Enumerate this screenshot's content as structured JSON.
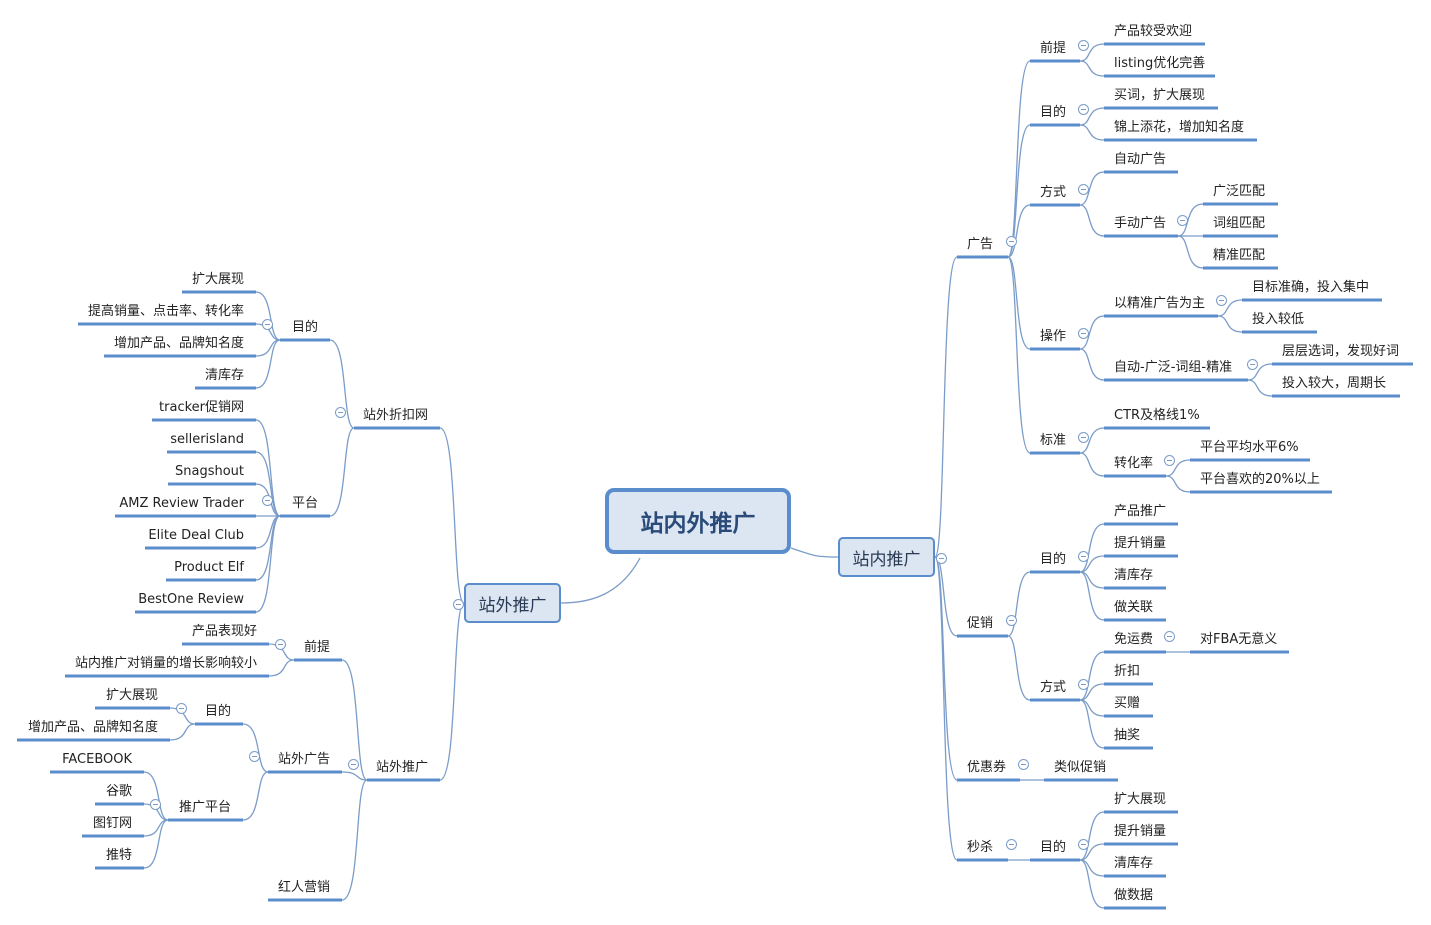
{
  "root": {
    "label": "站内外推广"
  },
  "colors": {
    "line": "#5b8ccb",
    "thin": "#7a9cc9",
    "node_fill": "#dce6f3"
  },
  "right": {
    "label": "站内推广",
    "children": [
      {
        "label": "广告",
        "children": [
          {
            "label": "前提",
            "children": [
              {
                "label": "产品较受欢迎"
              },
              {
                "label": "listing优化完善"
              }
            ]
          },
          {
            "label": "目的",
            "children": [
              {
                "label": "买词，扩大展现"
              },
              {
                "label": "锦上添花，增加知名度"
              }
            ]
          },
          {
            "label": "方式",
            "children": [
              {
                "label": "自动广告"
              },
              {
                "label": "手动广告",
                "children": [
                  {
                    "label": "广泛匹配"
                  },
                  {
                    "label": "词组匹配"
                  },
                  {
                    "label": "精准匹配"
                  }
                ]
              }
            ]
          },
          {
            "label": "操作",
            "children": [
              {
                "label": "以精准广告为主",
                "children": [
                  {
                    "label": "目标准确，投入集中"
                  },
                  {
                    "label": "投入较低"
                  }
                ]
              },
              {
                "label": "自动-广泛-词组-精准",
                "children": [
                  {
                    "label": "层层选词，发现好词"
                  },
                  {
                    "label": "投入较大，周期长"
                  }
                ]
              }
            ]
          },
          {
            "label": "标准",
            "children": [
              {
                "label": "CTR及格线1%"
              },
              {
                "label": "转化率",
                "children": [
                  {
                    "label": "平台平均水平6%"
                  },
                  {
                    "label": "平台喜欢的20%以上"
                  }
                ]
              }
            ]
          }
        ]
      },
      {
        "label": "促销",
        "children": [
          {
            "label": "目的",
            "children": [
              {
                "label": "产品推广"
              },
              {
                "label": "提升销量"
              },
              {
                "label": "清库存"
              },
              {
                "label": "做关联"
              }
            ]
          },
          {
            "label": "方式",
            "children": [
              {
                "label": "免运费",
                "children": [
                  {
                    "label": "对FBA无意义"
                  }
                ]
              },
              {
                "label": "折扣"
              },
              {
                "label": "买赠"
              },
              {
                "label": "抽奖"
              }
            ]
          }
        ]
      },
      {
        "label": "优惠券",
        "children": [
          {
            "label": "类似促销"
          }
        ]
      },
      {
        "label": "秒杀",
        "children": [
          {
            "label": "目的",
            "children": [
              {
                "label": "扩大展现"
              },
              {
                "label": "提升销量"
              },
              {
                "label": "清库存"
              },
              {
                "label": "做数据"
              }
            ]
          }
        ]
      }
    ]
  },
  "left": {
    "label": "站外推广",
    "children": [
      {
        "label": "站外折扣网",
        "children": [
          {
            "label": "目的",
            "children": [
              {
                "label": "扩大展现"
              },
              {
                "label": "提高销量、点击率、转化率"
              },
              {
                "label": "增加产品、品牌知名度"
              },
              {
                "label": "清库存"
              }
            ]
          },
          {
            "label": "平台",
            "children": [
              {
                "label": "tracker促销网"
              },
              {
                "label": "sellerisland"
              },
              {
                "label": "Snagshout"
              },
              {
                "label": "AMZ Review Trader"
              },
              {
                "label": "Elite Deal Club"
              },
              {
                "label": "Product Elf"
              },
              {
                "label": "BestOne Review"
              }
            ]
          }
        ]
      },
      {
        "label": "站外推广",
        "children": [
          {
            "label": "前提",
            "children": [
              {
                "label": "产品表现好"
              },
              {
                "label": "站内推广对销量的增长影响较小"
              }
            ]
          },
          {
            "label": "站外广告",
            "children": [
              {
                "label": "目的",
                "children": [
                  {
                    "label": "扩大展现"
                  },
                  {
                    "label": "增加产品、品牌知名度"
                  }
                ]
              },
              {
                "label": "推广平台",
                "children": [
                  {
                    "label": "FACEBOOK"
                  },
                  {
                    "label": "谷歌"
                  },
                  {
                    "label": "图钉网"
                  },
                  {
                    "label": "推特"
                  }
                ]
              }
            ]
          },
          {
            "label": "红人营销"
          }
        ]
      }
    ]
  }
}
